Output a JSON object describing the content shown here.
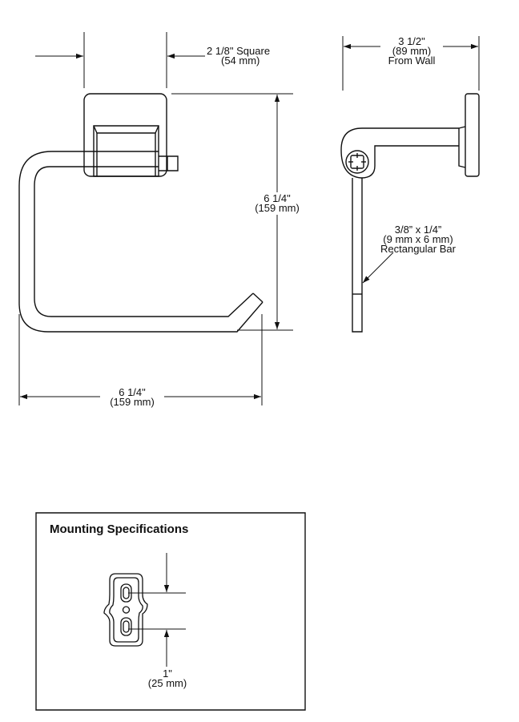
{
  "front_view": {
    "width_label": {
      "imperial": "6 1/4\"",
      "metric": "(159 mm)"
    },
    "height_label": {
      "imperial": "6 1/4\"",
      "metric": "(159 mm)"
    },
    "base_label": {
      "imperial": "2 1/8\" Square",
      "metric": "(54 mm)"
    }
  },
  "side_view": {
    "depth_label": {
      "imperial": "3 1/2\"",
      "metric": "(89 mm)",
      "note": "From Wall"
    },
    "bar_label": {
      "imperial": "3/8” x 1/4”",
      "metric": "(9 mm x 6 mm)",
      "note": "Rectangular Bar"
    }
  },
  "mounting": {
    "title": "Mounting Specifications",
    "spacing_label": {
      "imperial": "1\"",
      "metric": "(25 mm)"
    }
  }
}
